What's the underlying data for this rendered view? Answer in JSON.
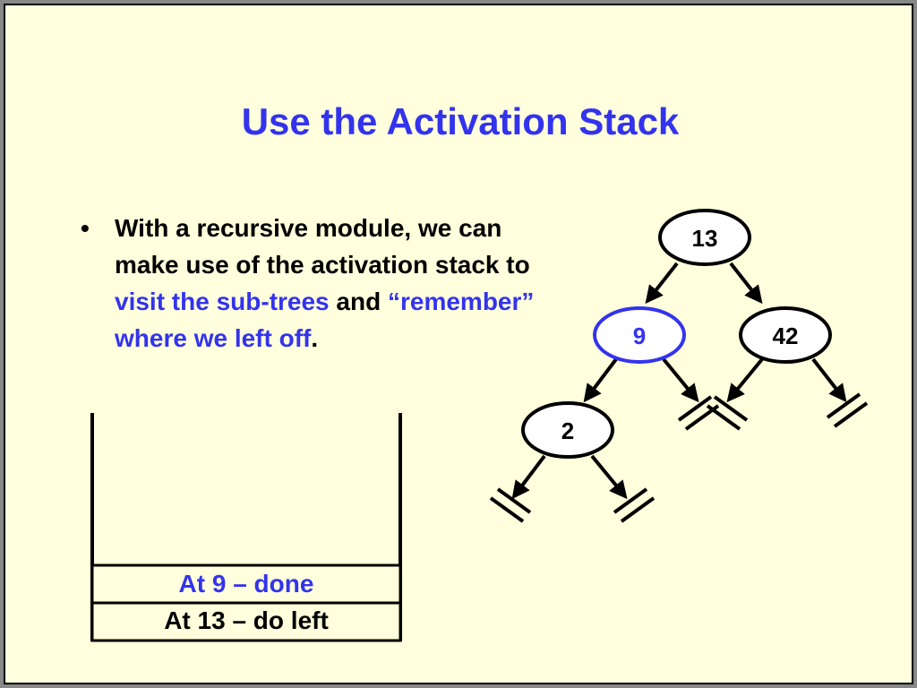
{
  "slide": {
    "title": "Use the Activation Stack",
    "bullet": {
      "marker": "•",
      "segments": [
        {
          "text": "With a recursive module, we can make use of the activation stack to ",
          "highlight": false
        },
        {
          "text": "visit the sub-trees",
          "highlight": true
        },
        {
          "text": " and ",
          "highlight": false
        },
        {
          "text": "“remember” where we left off",
          "highlight": true
        },
        {
          "text": ".",
          "highlight": false
        }
      ]
    },
    "stack": {
      "frames": [
        {
          "label": "At 9 – done",
          "color": "#3333ee"
        },
        {
          "label": "At 13 – do left",
          "color": "#000000"
        }
      ]
    },
    "tree": {
      "nodes": [
        {
          "id": "13",
          "label": "13",
          "highlighted": false
        },
        {
          "id": "9",
          "label": "9",
          "highlighted": true
        },
        {
          "id": "42",
          "label": "42",
          "highlighted": false
        },
        {
          "id": "2",
          "label": "2",
          "highlighted": false
        }
      ],
      "highlight_color": "#3333ee"
    }
  }
}
